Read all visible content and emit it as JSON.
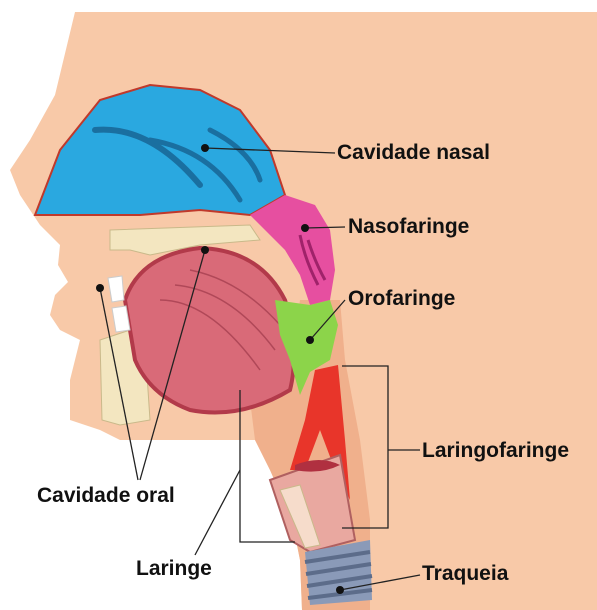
{
  "labels": {
    "cavidade_nasal": "Cavidade nasal",
    "nasofaringe": "Nasofaringe",
    "orofaringe": "Orofaringe",
    "laringofaringe": "Laringofaringe",
    "cavidade_oral": "Cavidade oral",
    "laringe": "Laringe",
    "traqueia": "Traqueia"
  },
  "colors": {
    "skin": "#f8c9a8",
    "skin_dark": "#f0b08c",
    "nasal_cavity": "#2aa8e0",
    "nasopharynx": "#e64fa0",
    "oropharynx": "#8cd44a",
    "laryngopharynx": "#e8352a",
    "tongue": "#d96a78",
    "bone": "#f3e6c0",
    "trachea": "#8a9ab8",
    "leader_line": "#222222"
  }
}
